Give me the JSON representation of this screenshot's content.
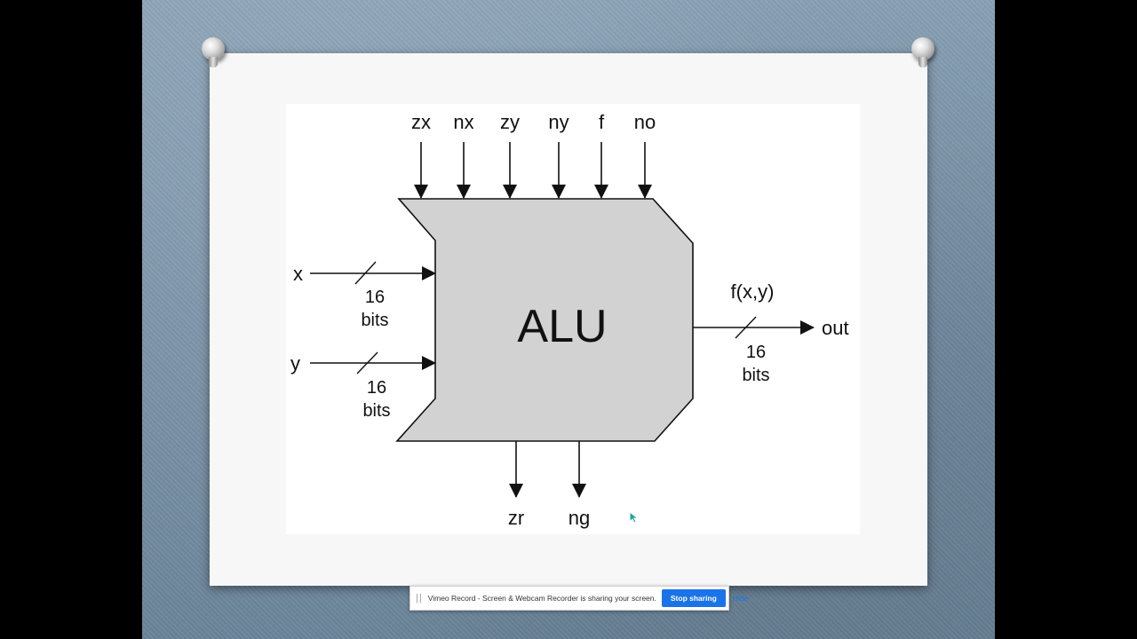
{
  "diagram": {
    "block_label": "ALU",
    "control_inputs": [
      "zx",
      "nx",
      "zy",
      "ny",
      "f",
      "no"
    ],
    "data_inputs": [
      {
        "name": "x",
        "width_value": "16",
        "width_unit": "bits"
      },
      {
        "name": "y",
        "width_value": "16",
        "width_unit": "bits"
      }
    ],
    "output": {
      "expression": "f(x,y)",
      "name": "out",
      "width_value": "16",
      "width_unit": "bits"
    },
    "status_outputs": [
      "zr",
      "ng"
    ]
  },
  "sharing_bar": {
    "grip": "||",
    "message": "Vimeo Record - Screen & Webcam Recorder is sharing your screen.",
    "stop_label": "Stop sharing",
    "hide_label": "Hide"
  },
  "colors": {
    "alu_fill": "#d2d2d2",
    "background": "#7790a6",
    "stop_button": "#1a73e8"
  }
}
